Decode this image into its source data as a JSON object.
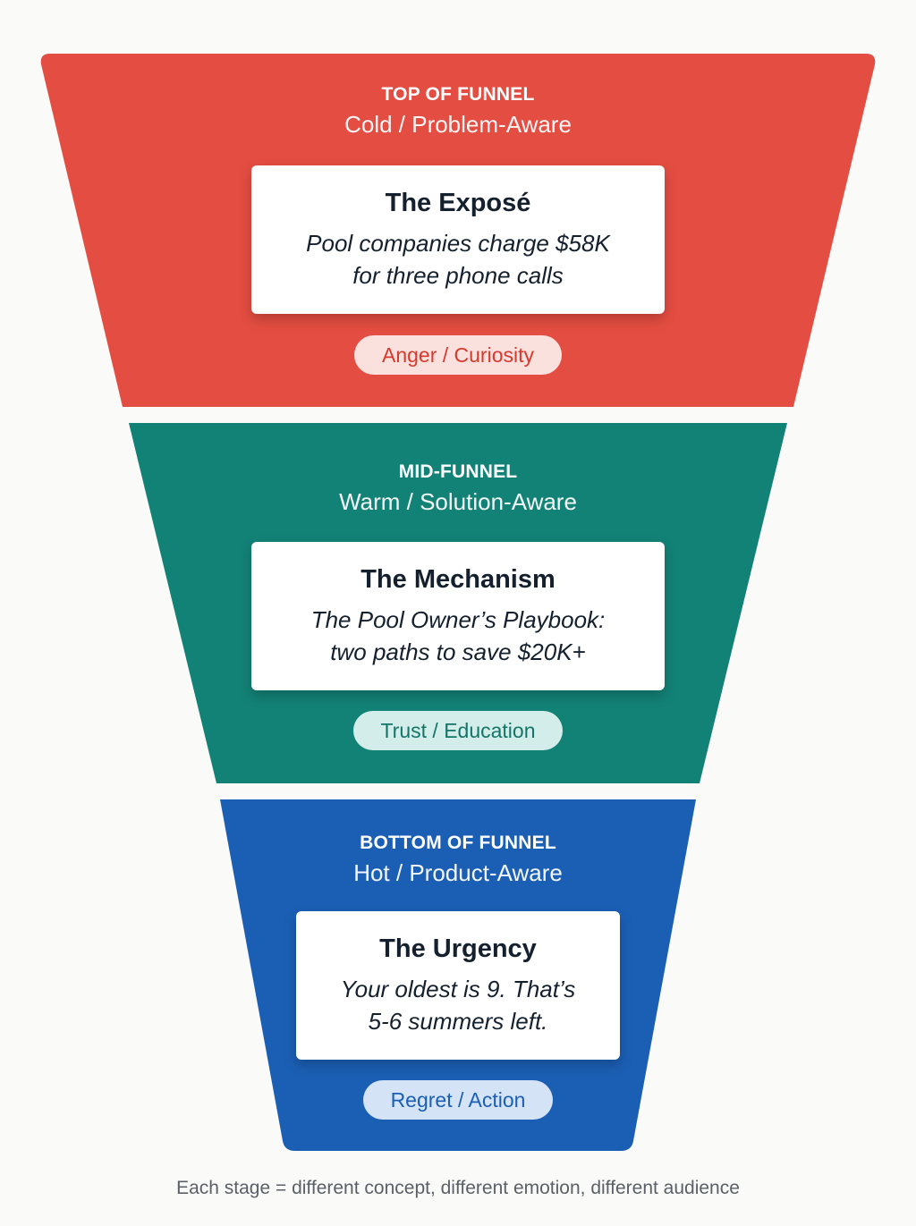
{
  "colors": {
    "top": "#e44d41",
    "mid": "#138276",
    "bottom": "#1b5fb4",
    "card_text": "#14202e",
    "footer_text": "#5b6068",
    "background": "#fafaf8"
  },
  "stages": [
    {
      "label": "TOP OF FUNNEL",
      "audience": "Cold / Problem-Aware",
      "card_title": "The Exposé",
      "card_line1": "Pool companies charge $58K",
      "card_line2": "for three phone calls",
      "emotion": "Anger / Curiosity"
    },
    {
      "label": "MID-FUNNEL",
      "audience": "Warm / Solution-Aware",
      "card_title": "The Mechanism",
      "card_line1": "The Pool Owner’s Playbook:",
      "card_line2": "two paths to save $20K+",
      "emotion": "Trust / Education"
    },
    {
      "label": "BOTTOM OF FUNNEL",
      "audience": "Hot / Product-Aware",
      "card_title": "The Urgency",
      "card_line1": "Your oldest is 9. That’s",
      "card_line2": "5-6 summers left.",
      "emotion": "Regret / Action"
    }
  ],
  "footer": "Each stage = different concept, different emotion, different audience"
}
